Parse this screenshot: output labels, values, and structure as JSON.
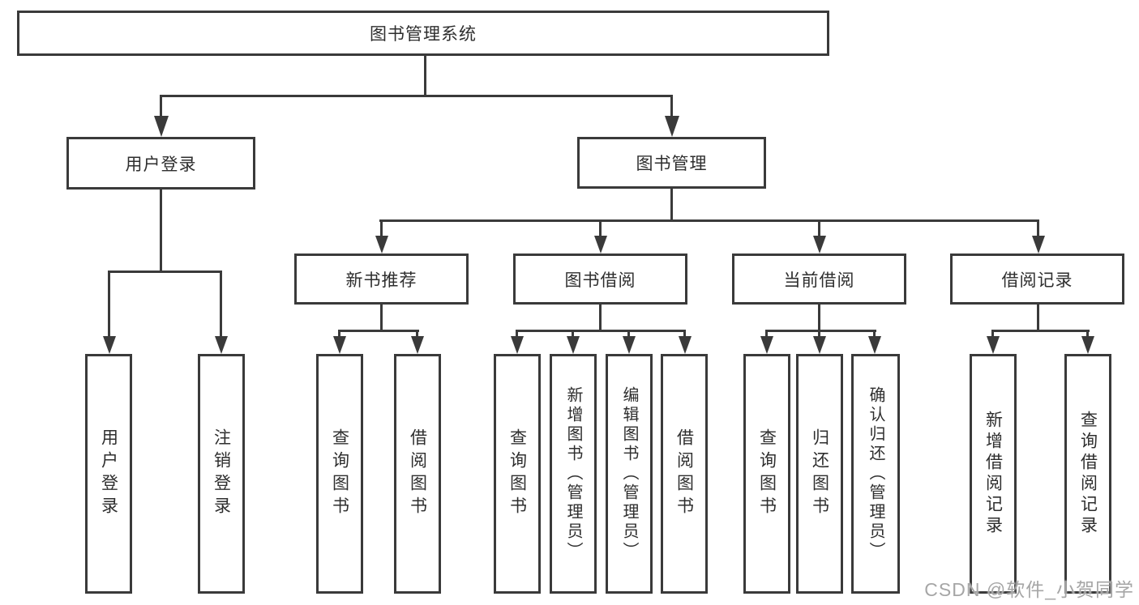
{
  "page": {
    "background": "#ffffff",
    "line_color": "#3a3a3a",
    "text_color": "#2e2e2e",
    "watermark_color": "#a6a6a6"
  },
  "watermark": "CSDN @软件_小贺同学",
  "tree": {
    "label": "图书管理系统",
    "children": [
      {
        "label": "用户登录",
        "children": [
          {
            "label": "用户登录"
          },
          {
            "label": "注销登录"
          }
        ]
      },
      {
        "label": "图书管理",
        "children": [
          {
            "label": "新书推荐",
            "children": [
              {
                "label": "查询图书"
              },
              {
                "label": "借阅图书"
              }
            ]
          },
          {
            "label": "图书借阅",
            "children": [
              {
                "label": "查询图书"
              },
              {
                "label": "新增图书（管理员）"
              },
              {
                "label": "编辑图书（管理员）"
              },
              {
                "label": "借阅图书"
              }
            ]
          },
          {
            "label": "当前借阅",
            "children": [
              {
                "label": "查询图书"
              },
              {
                "label": "归还图书"
              },
              {
                "label": "确认归还（管理员）"
              }
            ]
          },
          {
            "label": "借阅记录",
            "children": [
              {
                "label": "新增借阅记录"
              },
              {
                "label": "查询借阅记录"
              }
            ]
          }
        ]
      }
    ]
  }
}
